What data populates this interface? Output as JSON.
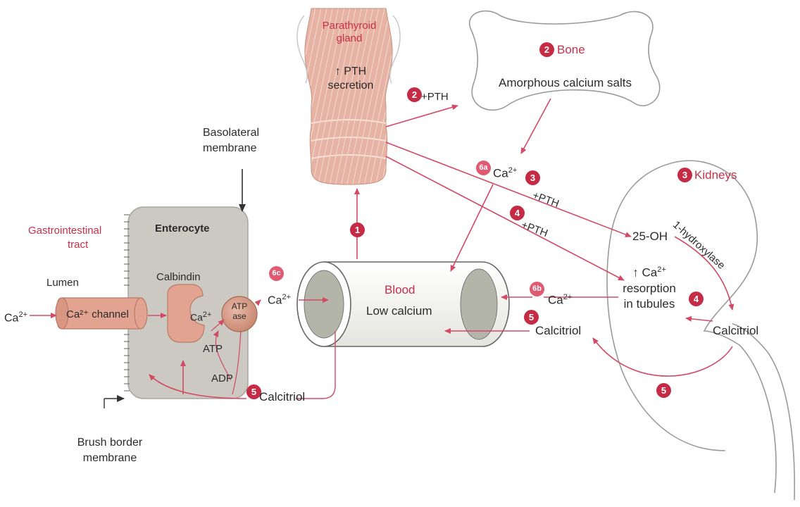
{
  "labels": {
    "parathyroid_line1": "Parathyroid",
    "parathyroid_line2": "gland",
    "pth_secretion_line1": "↑ PTH",
    "pth_secretion_line2": "secretion",
    "bone_title": "Bone",
    "bone_desc": "Amorphous calcium salts",
    "kidneys_title": "Kidneys",
    "basolateral_line1": "Basolateral",
    "basolateral_line2": "membrane",
    "gi_line1": "Gastrointestinal",
    "gi_line2": "tract",
    "lumen": "Lumen",
    "enterocyte": "Enterocyte",
    "calbindin": "Calbindin",
    "ca_channel": "Ca²⁺ channel",
    "ca_left": "Ca",
    "ca_calbindin": "Ca",
    "atpase_line1": "ATP",
    "atpase_line2": "ase",
    "atp": "ATP",
    "adp": "ADP",
    "ca_6c": "Ca",
    "blood_title": "Blood",
    "blood_desc": "Low calcium",
    "ca_6a": "Ca",
    "ca_6b": "Ca",
    "plus_pth_2": "+PTH",
    "plus_pth_3": "+PTH",
    "plus_pth_4": "+PTH",
    "oh25": "25-OH",
    "hydroxylase": "1-hydroxylase",
    "ca_resorption_line1": "↑ Ca",
    "ca_resorption_line2": "resorption",
    "ca_resorption_line3": "in tubules",
    "calcitriol_kidney": "Calcitriol",
    "calcitriol_mid": "Calcitriol",
    "calcitriol_bottom": "Calcitriol",
    "brush_line1": "Brush border",
    "brush_line2": "membrane",
    "superscript": "2+"
  },
  "badges": {
    "b1": "1",
    "b2_bone": "2",
    "b2_pth": "2",
    "b3_kidneys": "3",
    "b3_pth": "3",
    "b4_pth": "4",
    "b4_kidney": "4",
    "b5_calcitriol_mid": "5",
    "b5_calcitriol_bottom": "5",
    "b5_kidney": "5",
    "b6a": "6a",
    "b6b": "6b",
    "b6c": "6c"
  },
  "colors": {
    "accent_red": "#c8304a",
    "arrow": "#d24a63",
    "enterocyte_fill": "#cbc9c2",
    "gland_fill": "#e6b3a4",
    "calbindin_fill": "#e3a391"
  }
}
